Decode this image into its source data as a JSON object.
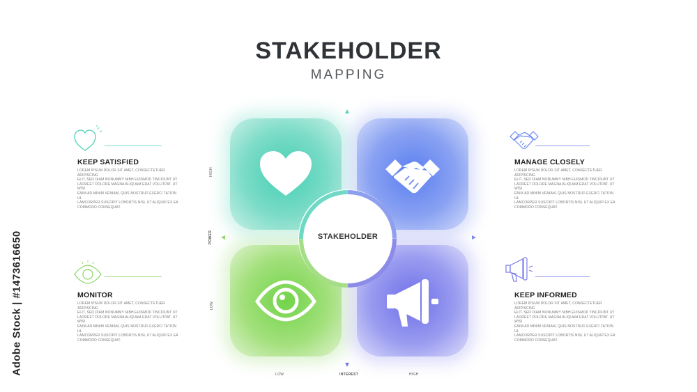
{
  "header": {
    "title": "STAKEHOLDER",
    "subtitle": "MAPPING"
  },
  "center": {
    "label": "STAKEHOLDER"
  },
  "axes": {
    "power": "POWER",
    "power_high": "HIGH",
    "power_low": "LOW",
    "interest": "INTEREST",
    "interest_low": "LOW",
    "interest_high": "HIGH"
  },
  "sections": {
    "keep_satisfied": {
      "title": "KEEP SATISFIED",
      "icon": "heart-icon",
      "color": "#4fcfb6",
      "lines": [
        "LOREM IPSUM DOLOR SIT AMET, CONSECTETUER ADIPISCING",
        "ELIT, SED DIAM NONUMMY NIBH EUISMOD TINCIDUNT UT",
        "LAOREET DOLORE MAGNA ALIQUAM ERAT VOLUTPAT. UT WISI",
        "ENIM AD MINIM VENIAM, QUIS NOSTRUD EXERCI TATION UL",
        "LAMCORPER SUSCIPIT LOBORTIS NISL UT ALIQUIP EX EA",
        "COMMODO CONSEQUAT."
      ]
    },
    "manage_closely": {
      "title": "MANAGE CLOSELY",
      "icon": "handshake-icon",
      "color": "#6d88ee",
      "lines": [
        "LOREM IPSUM DOLOR SIT AMET, CONSECTETUER ADIPISCING",
        "ELIT, SED DIAM NONUMMY NIBH EUISMOD TINCIDUNT UT",
        "LAOREET DOLORE MAGNA ALIQUAM ERAT VOLUTPAT. UT WISI",
        "ENIM AD MINIM VENIAM, QUIS NOSTRUD EXERCI TATION UL",
        "LAMCORPER SUSCIPIT LOBORTIS NISL UT ALIQUIP EX EA",
        "COMMODO CONSEQUAT."
      ]
    },
    "monitor": {
      "title": "MONITOR",
      "icon": "eye-icon",
      "color": "#8fd86a",
      "lines": [
        "LOREM IPSUM DOLOR SIT AMET, CONSECTETUER ADIPISCING",
        "ELIT, SED DIAM NONUMMY NIBH EUISMOD TINCIDUNT UT",
        "LAOREET DOLORE MAGNA ALIQUAM ERAT VOLUTPAT. UT WISI",
        "ENIM AD MINIM VENIAM, QUIS NOSTRUD EXERCI TATION UL",
        "LAMCORPER SUSCIPIT LOBORTIS NISL UT ALIQUIP EX EA",
        "COMMODO CONSEQUAT."
      ]
    },
    "keep_informed": {
      "title": "KEEP INFORMED",
      "icon": "megaphone-icon",
      "color": "#7b7be8",
      "lines": [
        "LOREM IPSUM DOLOR SIT AMET, CONSECTETUER ADIPISCING",
        "ELIT, SED DIAM NONUMMY NIBH EUISMOD TINCIDUNT UT",
        "LAOREET DOLORE MAGNA ALIQUAM ERAT VOLUTPAT. UT WISI",
        "ENIM AD MINIM VENIAM, QUIS NOSTRUD EXERCI TATION UL",
        "LAMCORPER SUSCIPIT LOBORTIS NISL UT ALIQUIP EX EA",
        "COMMODO CONSEQUAT."
      ]
    }
  },
  "watermark": {
    "side_text": "Adobe Stock | #1473616650"
  }
}
